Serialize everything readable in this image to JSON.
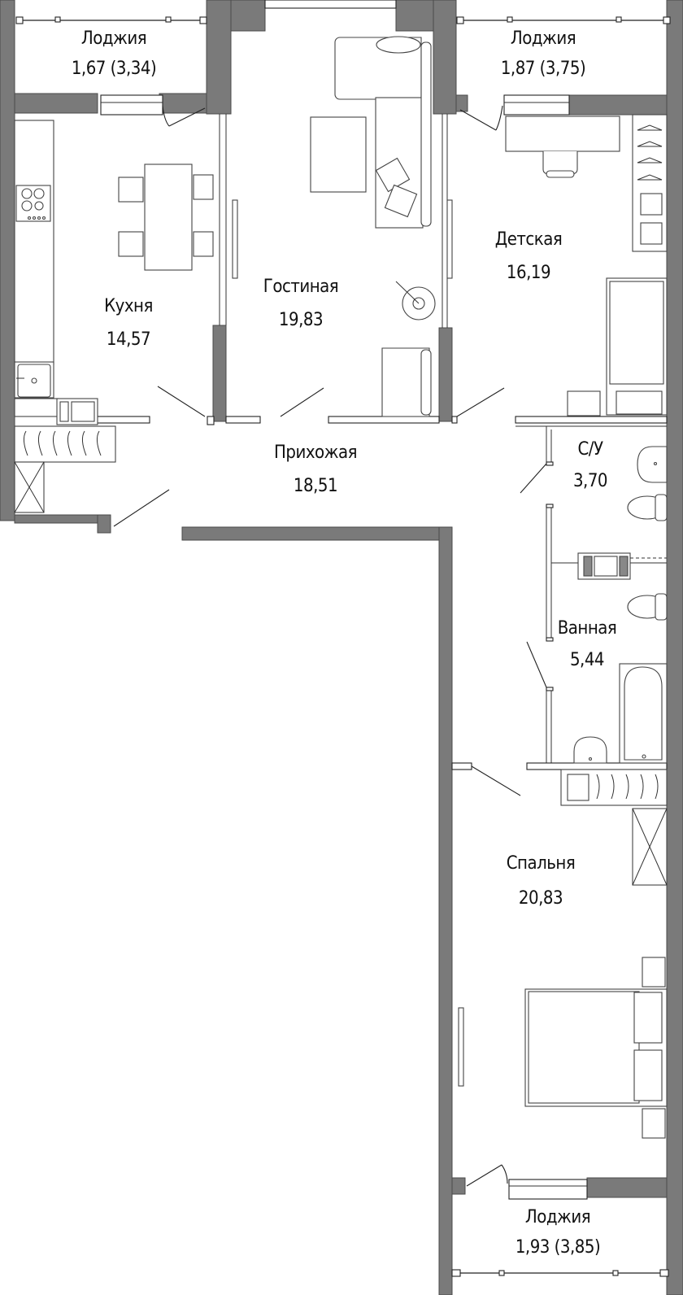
{
  "plan": {
    "wall_color": "#7a7a7a",
    "line_color": "#222222",
    "background": "#ffffff"
  },
  "rooms": [
    {
      "id": "loggia-left",
      "name": "Лоджия",
      "area": "1,67  (3,34)"
    },
    {
      "id": "living",
      "name": "Гостиная",
      "area": "19,83"
    },
    {
      "id": "loggia-right",
      "name": "Лоджия",
      "area": "1,87  (3,75)"
    },
    {
      "id": "kitchen",
      "name": "Кухня",
      "area": "14,57"
    },
    {
      "id": "kids",
      "name": "Детская",
      "area": "16,19"
    },
    {
      "id": "hall",
      "name": "Прихожая",
      "area": "18,51"
    },
    {
      "id": "wc",
      "name": "С/У",
      "area": "3,70"
    },
    {
      "id": "bath",
      "name": "Ванная",
      "area": "5,44"
    },
    {
      "id": "bedroom",
      "name": "Спальня",
      "area": "20,83"
    },
    {
      "id": "loggia-bottom",
      "name": "Лоджия",
      "area": "1,93  (3,85)"
    }
  ],
  "icons": {
    "stove": "stove-icon",
    "sink": "sink-icon",
    "toilet": "toilet-icon",
    "bathtub": "bathtub-icon",
    "bed": "bed-icon",
    "sofa": "sofa-icon",
    "armchair": "armchair-icon",
    "table": "table-icon",
    "hanger": "hanger-icon",
    "washer": "washing-machine-icon",
    "tv": "tv-icon",
    "lamp": "floor-lamp-icon"
  }
}
